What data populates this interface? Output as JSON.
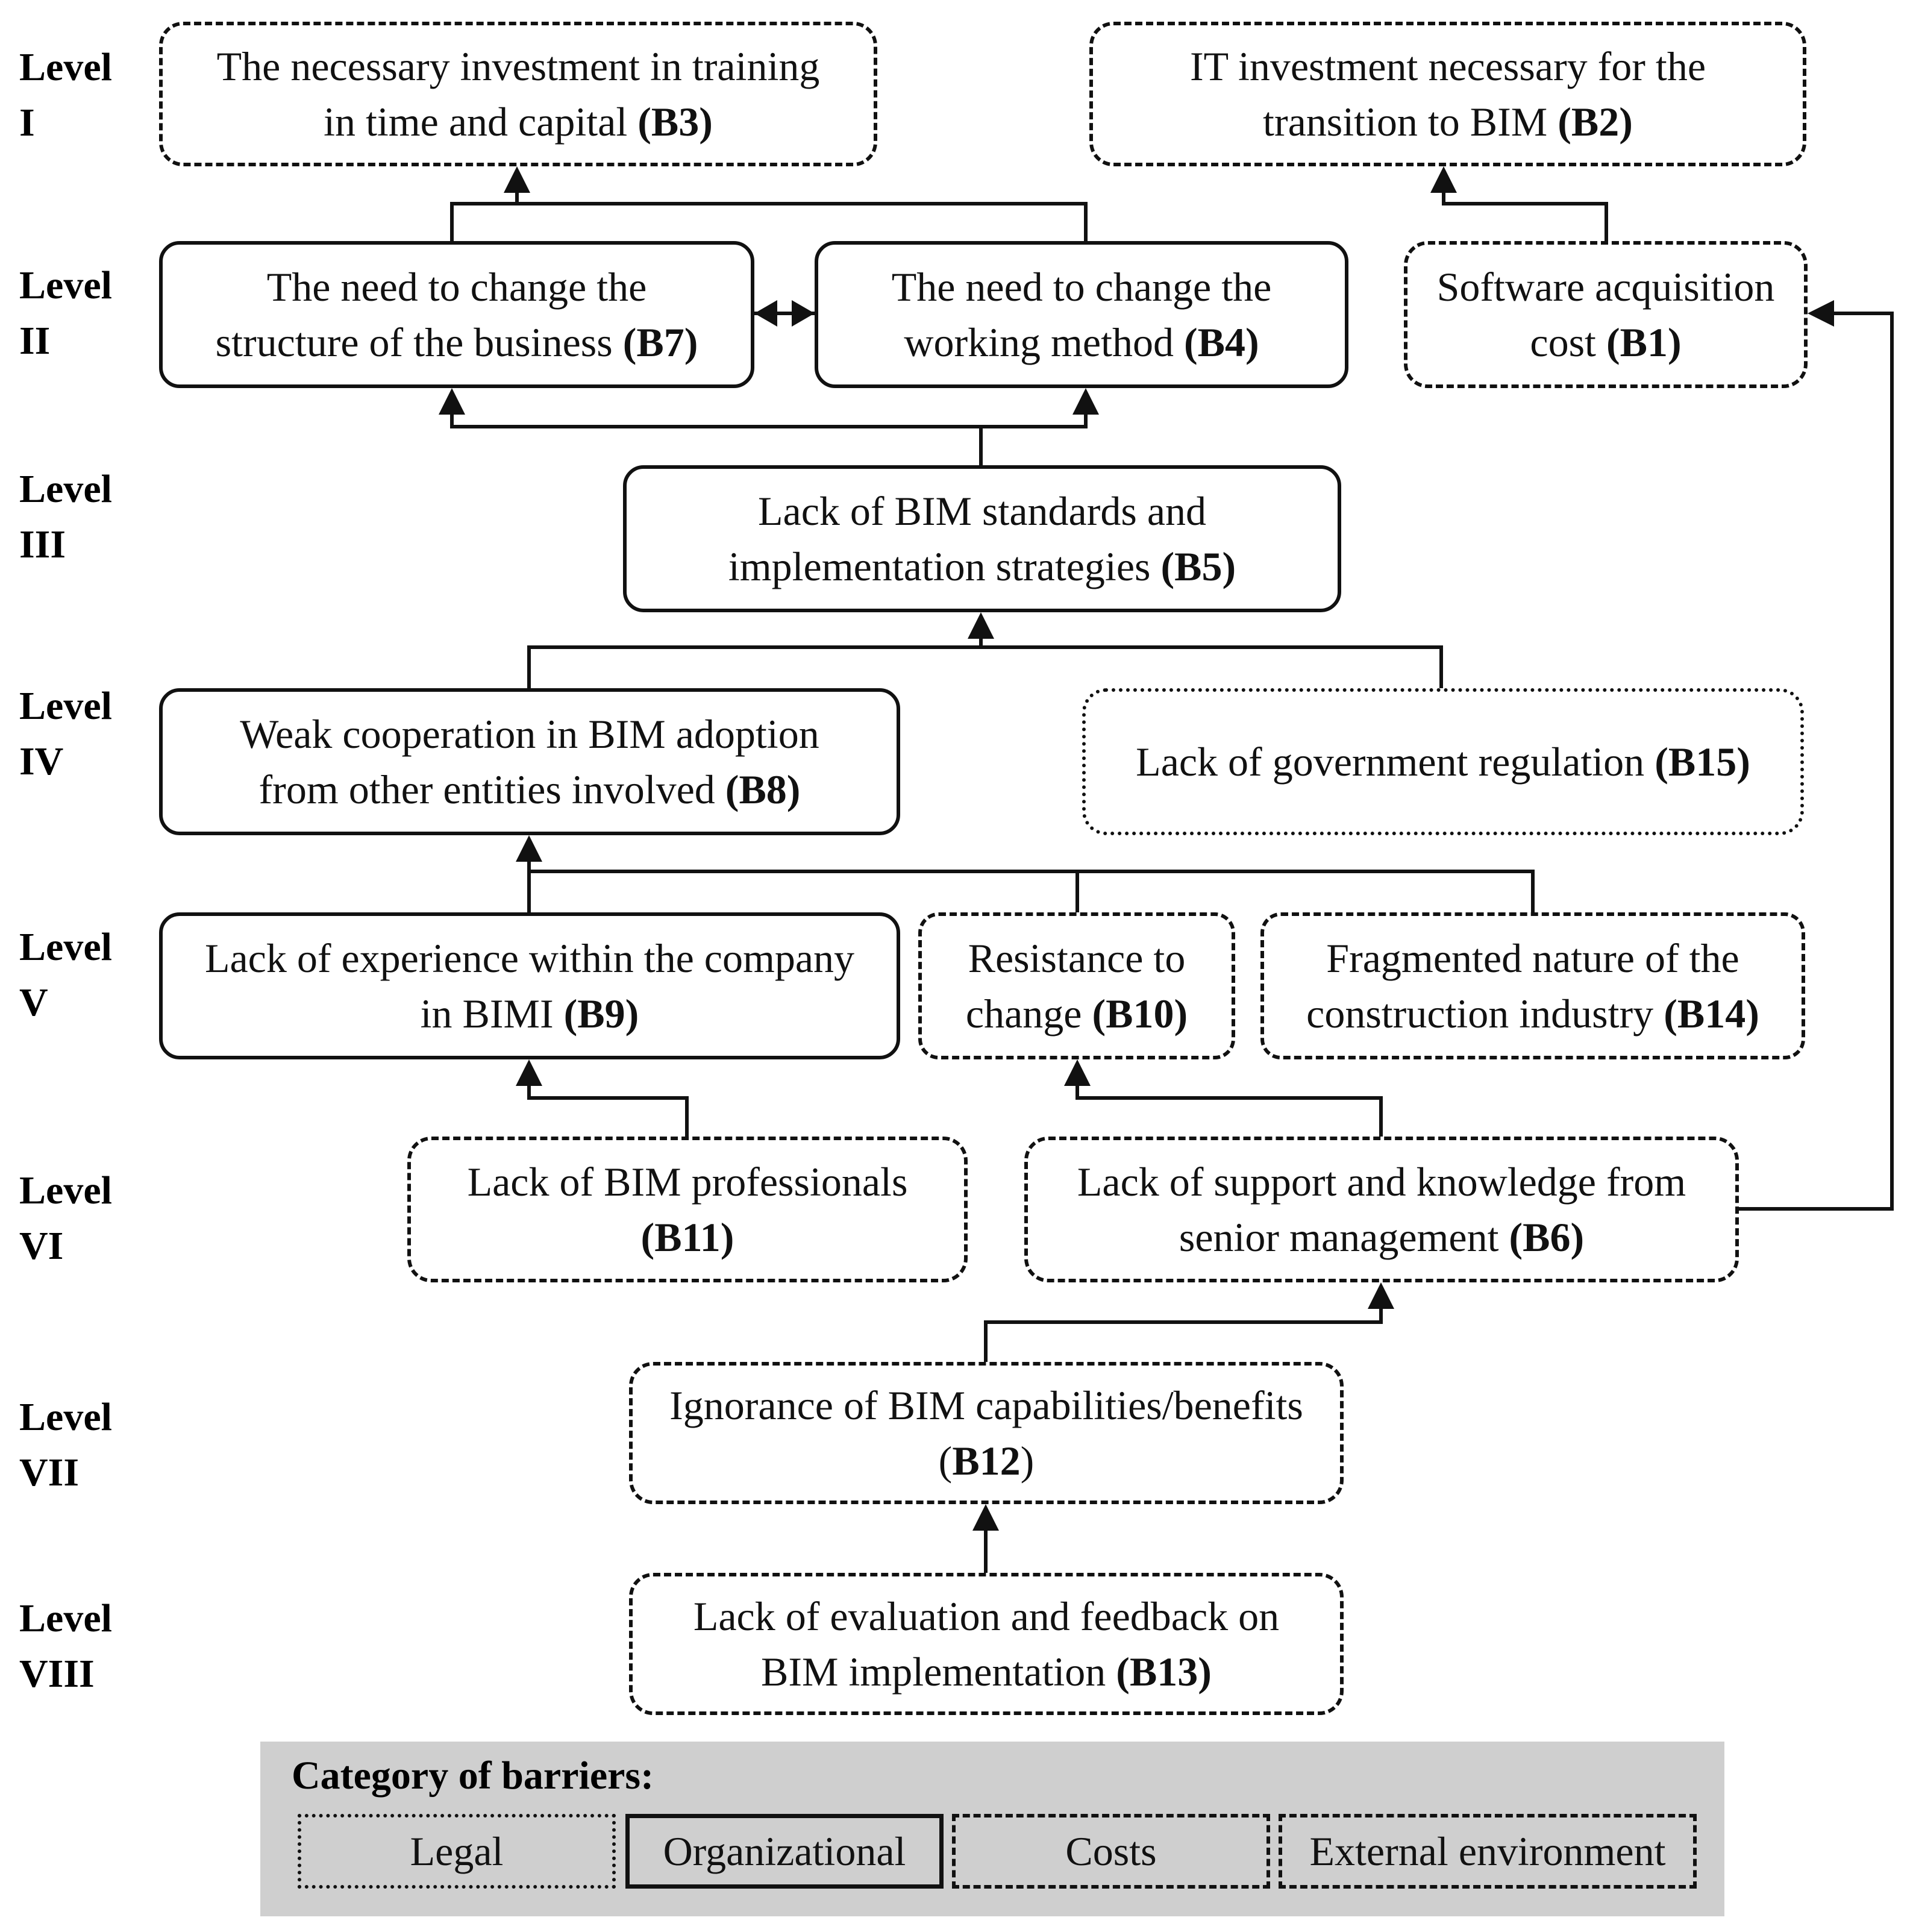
{
  "levels": [
    {
      "word": "Level",
      "num": "I"
    },
    {
      "word": "Level",
      "num": "II"
    },
    {
      "word": "Level",
      "num": "III"
    },
    {
      "word": "Level",
      "num": "IV"
    },
    {
      "word": "Level",
      "num": "V"
    },
    {
      "word": "Level",
      "num": "VI"
    },
    {
      "word": "Level",
      "num": "VII"
    },
    {
      "word": "Level",
      "num": "VIII"
    }
  ],
  "barriers": {
    "B3": {
      "line1": "The necessary investment in training",
      "line2": "in time and capital",
      "code": "(B3)",
      "category": "costs"
    },
    "B2": {
      "line1": "IT investment necessary for the",
      "line2": "transition to BIM",
      "code": "(B2)",
      "category": "costs"
    },
    "B7": {
      "line1": "The need to change the",
      "line2": "structure of the business",
      "code": "(B7)",
      "category": "organizational"
    },
    "B4": {
      "line1": "The need to change the",
      "line2": "working method",
      "code": "(B4)",
      "category": "organizational"
    },
    "B1": {
      "line1": "Software acquisition",
      "line2": "cost",
      "code": "(B1)",
      "category": "costs"
    },
    "B5": {
      "line1": "Lack of BIM  standards and",
      "line2": "implementation strategies",
      "code": "(B5)",
      "category": "organizational"
    },
    "B8": {
      "line1": "Weak cooperation in BIM adoption",
      "line2": "from other entities involved",
      "code": "(B8)",
      "category": "organizational"
    },
    "B15": {
      "line1": "Lack of government regulation  ",
      "line2": "",
      "code": "(B15)",
      "category": "legal"
    },
    "B9": {
      "line1": "Lack of experience within the company",
      "line2": "in BIMI ",
      "code": "(B9)",
      "category": "organizational"
    },
    "B10": {
      "line1": "Resistance to",
      "line2": "change",
      "code": "(B10)",
      "category": "external"
    },
    "B14": {
      "line1": "Fragmented nature of the",
      "line2": "construction industry",
      "code": "(B14)",
      "category": "external"
    },
    "B11": {
      "line1": "Lack of BIM  professionals",
      "line2": "",
      "code": "(B11)",
      "category": "external"
    },
    "B6": {
      "line1": "Lack of support and knowledge  from",
      "line2": "senior management",
      "code": "(B6)",
      "category": "external"
    },
    "B12": {
      "line1": "Ignorance of BIM  capabilities/benefits",
      "line2": "(",
      "code": "B12",
      "line2_end": ")",
      "category": "external"
    },
    "B13": {
      "line1": "Lack of evaluation and feedback on",
      "line2": "BIM  implementation",
      "code": "(B13)",
      "category": "external"
    }
  },
  "legend": {
    "title": "Category of barriers:",
    "items": [
      {
        "label": "Legal",
        "style": "dotted"
      },
      {
        "label": "Organizational",
        "style": "solid"
      },
      {
        "label": "Costs",
        "style": "dashdot"
      },
      {
        "label": "External environment",
        "style": "dashed"
      }
    ]
  },
  "colors": {
    "line": "#111111",
    "legend_bg": "#cfcfcf"
  }
}
